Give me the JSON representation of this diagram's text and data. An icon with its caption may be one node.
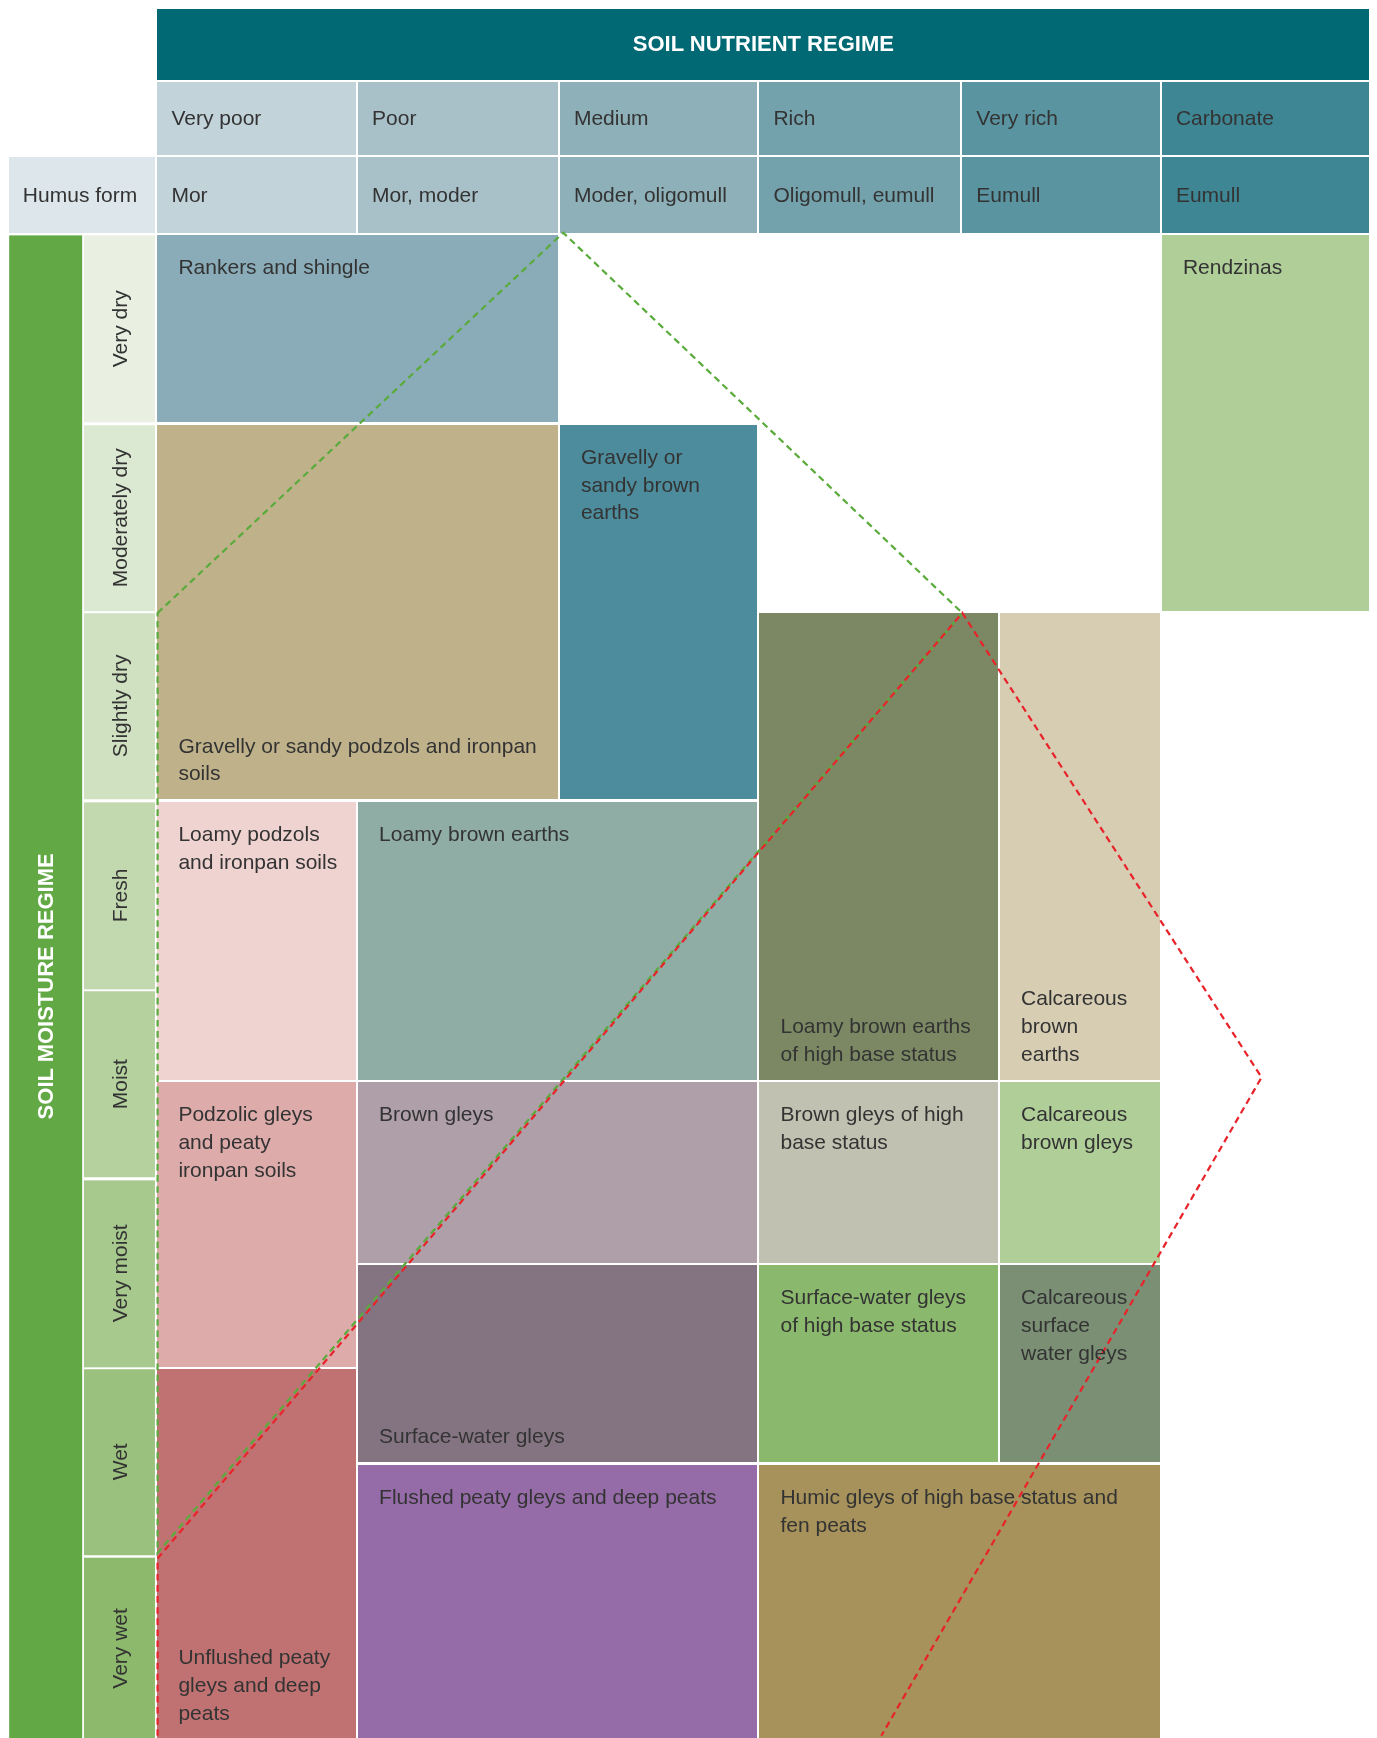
{
  "diagram": {
    "nodes": [
      {
        "text": [
          "Rankers and shingle"
        ]
      },
      {
        "text": [
          "Rendzinas"
        ]
      },
      {
        "text": [
          "Gravelly or sandy brown earths"
        ]
      },
      {
        "text": [
          "Gravelly or sandy podzols and ironpan soils"
        ]
      },
      {
        "text": [
          "Loamy brown earths of high base status"
        ]
      },
      {
        "text": [
          "Calcareous brown earths"
        ]
      },
      {
        "text": [
          "Loamy podzols and ironpan soils"
        ]
      },
      {
        "text": [
          "Loamy brown earths"
        ]
      },
      {
        "text": [
          "Podzolic gleys and peaty ironpan soils"
        ]
      },
      {
        "text": [
          "Brown gleys"
        ]
      },
      {
        "text": [
          "Brown gleys of high base status"
        ]
      },
      {
        "text": [
          "Calcareous brown gleys"
        ]
      },
      {
        "text": [
          "Surface-water gleys"
        ]
      },
      {
        "text": [
          "Surface-water gleys of high base status"
        ]
      },
      {
        "text": [
          "Calcareous surface water gleys"
        ]
      },
      {
        "text": [
          "Unflushed peaty gleys and deep peats"
        ]
      },
      {
        "text": [
          "Flushed peaty gleys and deep peats"
        ]
      },
      {
        "text": [
          "Humic gleys of high base status and fen peats"
        ]
      }
    ],
    "labels": [
      "SOIL NUTRIENT REGIME",
      "Very poor",
      "Poor",
      "Medium",
      "Rich",
      "Very rich",
      "Carbonate",
      "Humus form",
      "Mor",
      "Mor, moder",
      "Moder, oligomull",
      "Oligomull, eumull",
      "Eumull",
      "Eumull",
      "SOIL MOISTURE REGIME",
      "Very dry",
      "Moderately dry",
      "Slightly dry",
      "Fresh",
      "Moist",
      "Very moist",
      "Wet",
      "Very wet"
    ]
  }
}
